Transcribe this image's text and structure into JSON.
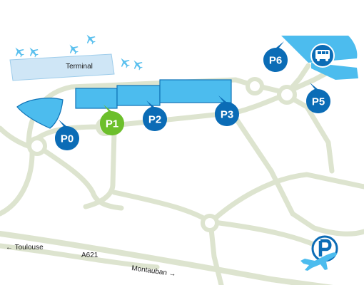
{
  "map": {
    "terminal_label": "Terminal",
    "road_label": "A621",
    "direction_west": "← Toulouse",
    "direction_east": "Montauban →"
  },
  "parkings": [
    {
      "id": "P0",
      "label": "P0",
      "color": "#0b6cb6"
    },
    {
      "id": "P1",
      "label": "P1",
      "color": "#6cbf2b"
    },
    {
      "id": "P2",
      "label": "P2",
      "color": "#0b6cb6"
    },
    {
      "id": "P3",
      "label": "P3",
      "color": "#0b6cb6"
    },
    {
      "id": "P5",
      "label": "P5",
      "color": "#0b6cb6"
    },
    {
      "id": "P6",
      "label": "P6",
      "color": "#0b6cb6"
    }
  ],
  "icons": {
    "airplanes": "airplane-icon",
    "bus": "bus-icon",
    "parking_logo": "parking-airplane-icon"
  },
  "colors": {
    "zone_fill": "#4cbcee",
    "zone_stroke": "#0f73b7",
    "road": "#dde4cf",
    "terminal": "#cfe6f6",
    "marker_blue": "#0b6cb6",
    "marker_green": "#6cbf2b"
  }
}
